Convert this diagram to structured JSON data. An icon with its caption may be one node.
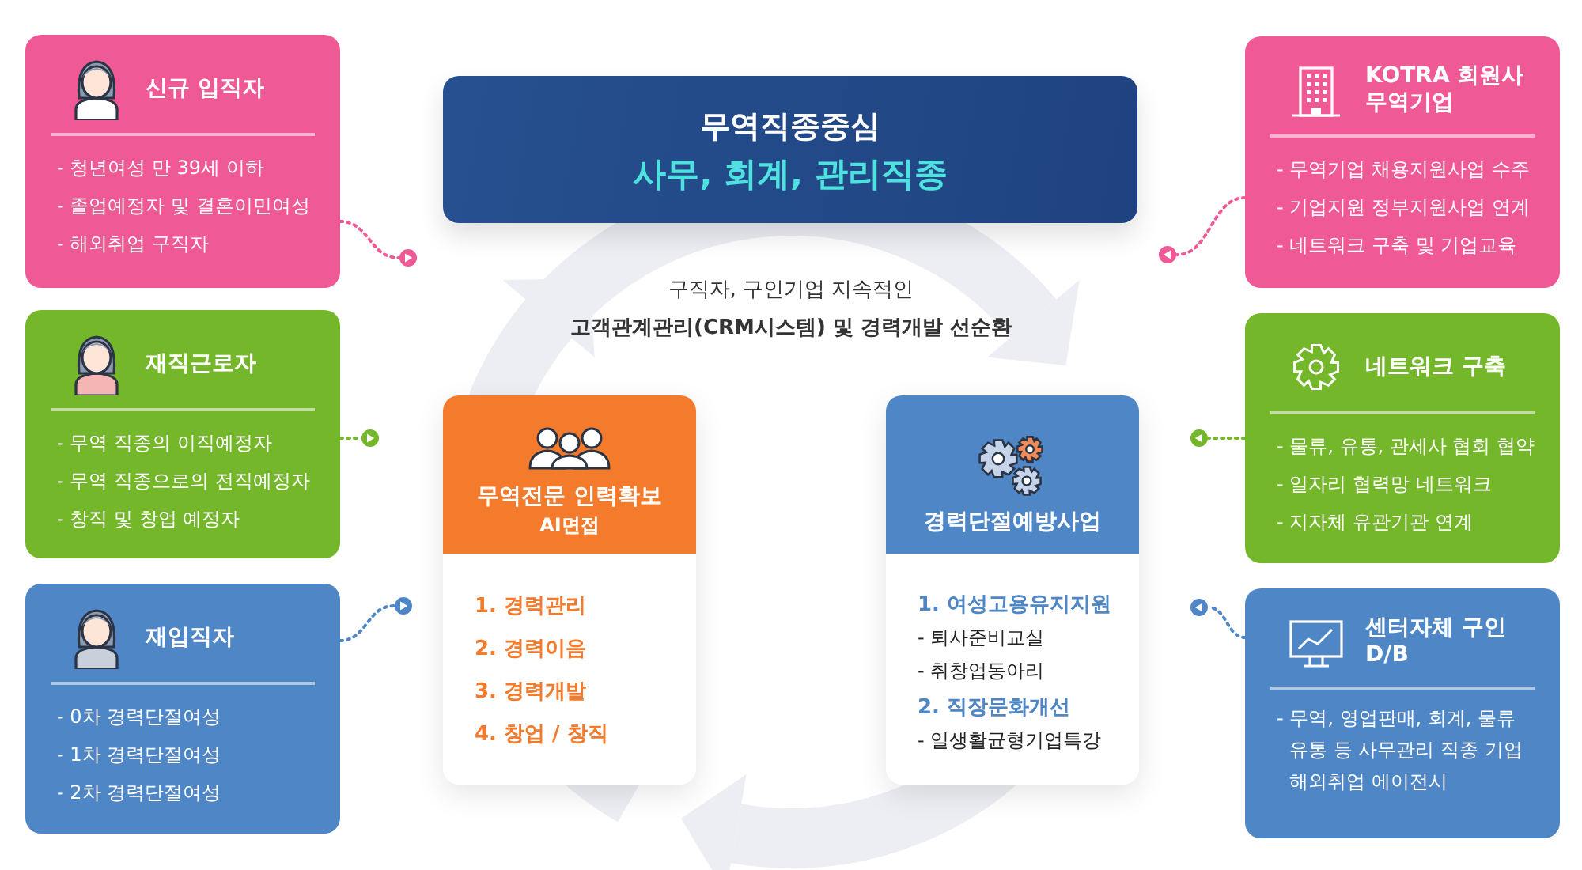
{
  "diagram": {
    "nodes": [
      {
        "text": [
          "신규 입직자",
          "- 청년여성 만 39세 이하",
          "- 졸업예정자 및 결혼이민여성",
          "- 해외취업 구직자"
        ]
      },
      {
        "text": [
          "재직근로자",
          "- 무역 직종의 이직예정자",
          "- 무역 직종으로의 전직예정자",
          "- 창직 및 창업 예정자"
        ]
      },
      {
        "text": [
          "재입직자",
          "- 0차 경력단절여성",
          "- 1차 경력단절여성",
          "- 2차 경력단절여성"
        ]
      },
      {
        "text": [
          "무역직종중심",
          "사무, 회계, 관리직종"
        ]
      },
      {
        "text": [
          "무역전문 인력확보",
          "AI면접",
          "1. 경력관리",
          "2. 경력이음",
          "3. 경력개발",
          "4. 창업 / 창직"
        ]
      },
      {
        "text": [
          "경력단절예방사업",
          "1. 여성고용유지지원",
          "- 퇴사준비교실",
          "- 취창업동아리",
          "2. 직장문화개선",
          "- 일생활균형기업특강"
        ]
      },
      {
        "text": [
          "KOTRA 회원사 무역기업",
          "- 무역기업 채용지원사업 수주",
          "- 기업지원 정부지원사업 연계",
          "- 네트워크 구축 및 기업교육"
        ]
      },
      {
        "text": [
          "네트워크 구축",
          "- 물류, 유통, 관세사 협회 협약",
          "- 일자리 협력망 네트워크",
          "- 지자체 유관기관 연계"
        ]
      },
      {
        "text": [
          "센터자체 구인 D/B",
          "- 무역, 영업판매, 회계, 물류 유통 등 사무관리 직종 기업 해외취업 에이전시"
        ]
      }
    ],
    "edges": [
      {
        "from": 0,
        "to": null,
        "arrow": "to",
        "style": "dashed",
        "color": "#ef5a96"
      },
      {
        "from": 1,
        "to": null,
        "arrow": "to",
        "style": "dashed",
        "color": "#74b72a"
      },
      {
        "from": 2,
        "to": null,
        "arrow": "to",
        "style": "dashed",
        "color": "#4f86c6"
      },
      {
        "from": 6,
        "to": null,
        "arrow": "to",
        "style": "dashed",
        "color": "#ef5a96"
      },
      {
        "from": 7,
        "to": null,
        "arrow": "to",
        "style": "dashed",
        "color": "#74b72a"
      },
      {
        "from": 8,
        "to": null,
        "arrow": "to",
        "style": "dashed",
        "color": "#4f86c6"
      }
    ],
    "labels": [
      "구직자, 구인기업 지속적인",
      "고객관계관리(CRM시스템) 및 경력개발 선순환"
    ]
  }
}
